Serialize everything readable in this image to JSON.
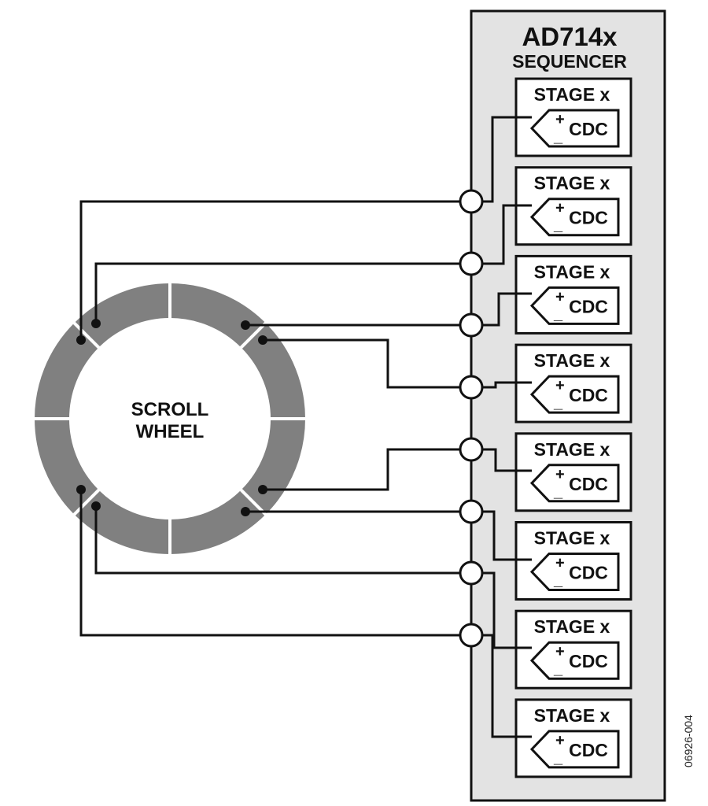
{
  "chip": {
    "title": "AD714x",
    "subtitle": "SEQUENCER"
  },
  "stage": {
    "label": "STAGE x",
    "plus": "+",
    "minus": "_",
    "cdc": "CDC"
  },
  "stage_count": 8,
  "wheel": {
    "line1": "SCROLL",
    "line2": "WHEEL",
    "segments": 8
  },
  "figure_id": "06926-004",
  "colors": {
    "chip_fill": "#e3e3e3",
    "ring": "#808080",
    "line": "#111111",
    "background": "#ffffff"
  }
}
